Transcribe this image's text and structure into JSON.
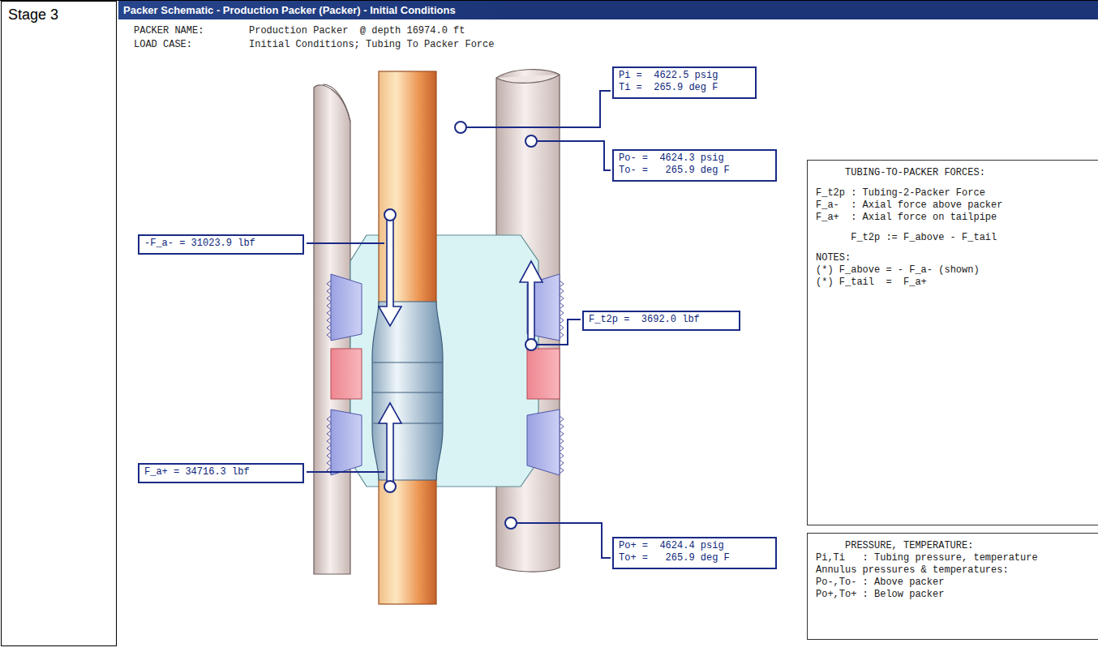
{
  "diagram": {
    "title": "Packer Schematic - Production Packer (Packer) - Initial Conditions",
    "nodes": [
      {
        "text": [
          "Stage 3"
        ]
      },
      {
        "text": [
          "Pi =  4622.5 psig",
          "Ti =  265.9 deg F"
        ]
      },
      {
        "text": [
          "Po- =  4624.3 psig",
          "To- =   265.9 deg F"
        ]
      },
      {
        "text": [
          "-F_a- = 31023.9 lbf"
        ]
      },
      {
        "text": [
          "F_t2p =  3692.0 lbf"
        ]
      },
      {
        "text": [
          "F_a+ = 34716.3 lbf"
        ]
      },
      {
        "text": [
          "Po+ =  4624.4 psig",
          "To+ =   265.9 deg F"
        ]
      },
      {
        "text": [
          "TUBING-TO-PACKER FORCES:",
          "F_t2p : Tubing-2-Packer Force",
          "F_a-  : Axial force above packer",
          "F_a+  : Axial force on tailpipe",
          "F_t2p := F_above - F_tail",
          "NOTES:",
          "(*) F_above = - F_a- (shown)",
          "(*) F_tail  =  F_a+"
        ]
      },
      {
        "text": [
          "PRESSURE, TEMPERATURE:",
          "Pi,Ti   : Tubing pressure, temperature",
          "Annulus pressures & temperatures:",
          "Po-,To- : Above packer",
          "Po+,To+ : Below packer"
        ]
      }
    ],
    "labels": [
      "PACKER NAME:",
      "Production Packer  @ depth 16974.0 ft",
      "LOAD CASE:",
      "Initial Conditions; Tubing To Packer Force"
    ]
  }
}
